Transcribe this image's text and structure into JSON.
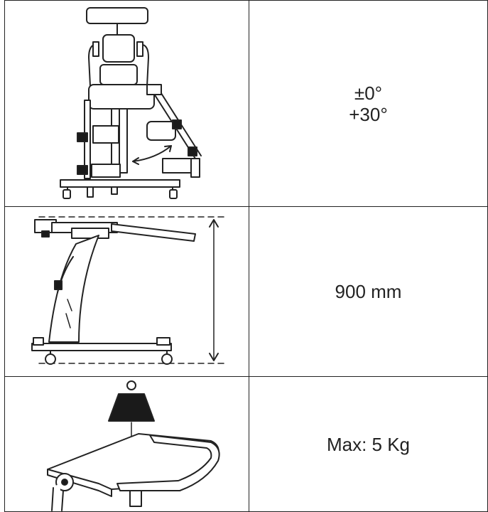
{
  "spec_rows": [
    {
      "icon": "tilt-angle-illustration",
      "values": [
        "±0°",
        "+30°"
      ]
    },
    {
      "icon": "height-dimension-illustration",
      "value": "900 mm"
    },
    {
      "icon": "tray-max-load-illustration",
      "value": "Max: 5 Kg"
    }
  ],
  "colors": {
    "line": "#222222",
    "fill_dark": "#1a1a1a",
    "background": "#ffffff"
  }
}
